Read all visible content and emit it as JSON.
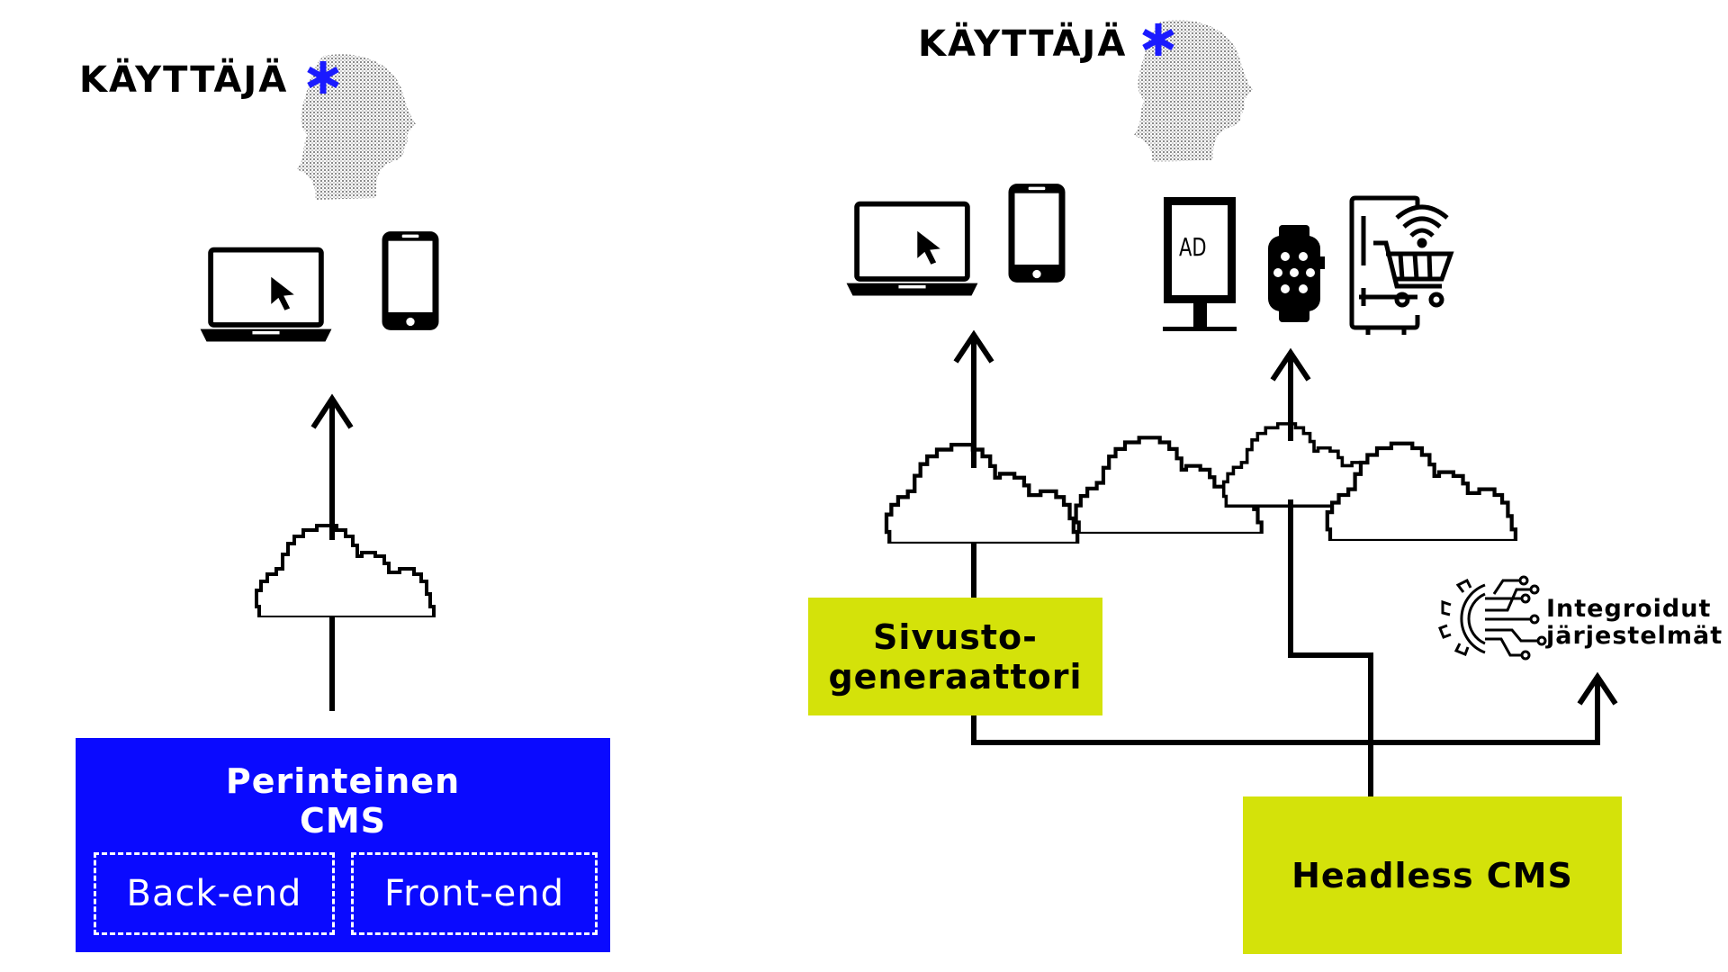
{
  "left": {
    "user_label": "KÄYTTÄJÄ",
    "cms": {
      "title_line1": "Perinteinen",
      "title_line2": "CMS",
      "backend": "Back-end",
      "frontend": "Front-end"
    }
  },
  "right": {
    "user_label": "KÄYTTÄJÄ",
    "ad_text": "AD",
    "site_generator": {
      "line1": "Sivusto-",
      "line2": "generaattori"
    },
    "integrated": {
      "line1": "Integroidut",
      "line2": "järjestelmät"
    },
    "headless_cms": "Headless CMS"
  },
  "colors": {
    "traditional_cms": "#0a0aff",
    "headless_cms": "#d4e20a",
    "asterisk": "#1a1aff",
    "line": "#000000"
  },
  "icons": [
    "head-icon",
    "asterisk-icon",
    "laptop-icon",
    "phone-icon",
    "cloud-icon",
    "arrow-up-icon",
    "ad-screen-icon",
    "smartwatch-icon",
    "smart-fridge-icon",
    "integration-icon"
  ]
}
